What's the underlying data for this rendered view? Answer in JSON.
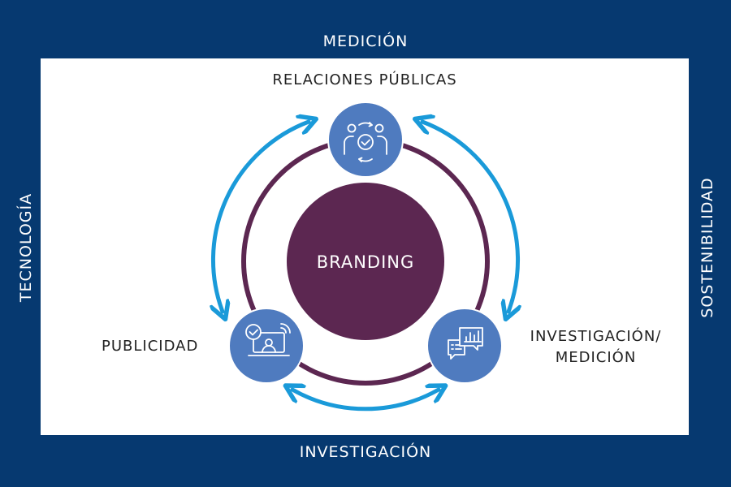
{
  "frame_labels": {
    "top": "MEDICIÓN",
    "bottom": "INVESTIGACIÓN",
    "left": "TECNOLOGÍA",
    "right": "SOSTENIBILIDAD"
  },
  "center": {
    "label": "BRANDING"
  },
  "nodes": {
    "relaciones_publicas": {
      "label": "RELACIONES PÚBLICAS",
      "icon": "people-check-icon"
    },
    "publicidad": {
      "label": "PUBLICIDAD",
      "icon": "laptop-user-check-icon"
    },
    "investigacion_medicion": {
      "label_line1": "INVESTIGACIÓN/",
      "label_line2": "MEDICIÓN",
      "icon": "chat-chart-icon"
    }
  },
  "colors": {
    "frame": "#063970",
    "center_circle": "#5c2751",
    "ring": "#5c2751",
    "node_fill": "#4f7bbf",
    "arrows": "#1a9ad9"
  }
}
